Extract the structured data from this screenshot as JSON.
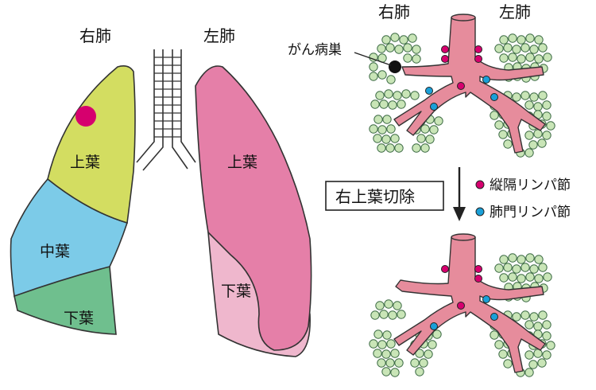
{
  "colors": {
    "upper_lobe_right": "#d3dd61",
    "middle_lobe_right": "#7ccbe8",
    "lower_lobe_right": "#6fbf8e",
    "upper_lobe_left": "#e57fa8",
    "lower_lobe_left": "#efb7cd",
    "trachea": "#e68c9c",
    "alveoli": "#c9e5b7",
    "tumor_marker": "#d6006e",
    "cancer_lesion": "#111111",
    "mediastinal_node": "#d6006e",
    "hilar_node": "#1aa0d8"
  },
  "left_figure": {
    "right_lung_title": "右肺",
    "left_lung_title": "左肺",
    "right_upper_label": "上葉",
    "right_middle_label": "中葉",
    "right_lower_label": "下葉",
    "left_upper_label": "上葉",
    "left_lower_label": "下葉"
  },
  "right_figure": {
    "right_lung_title": "右肺",
    "left_lung_title": "左肺",
    "cancer_label": "がん病巣",
    "procedure_label": "右上葉切除",
    "legend": {
      "mediastinal_label": "縦隔リンパ節",
      "hilar_label": "肺門リンパ節"
    }
  }
}
